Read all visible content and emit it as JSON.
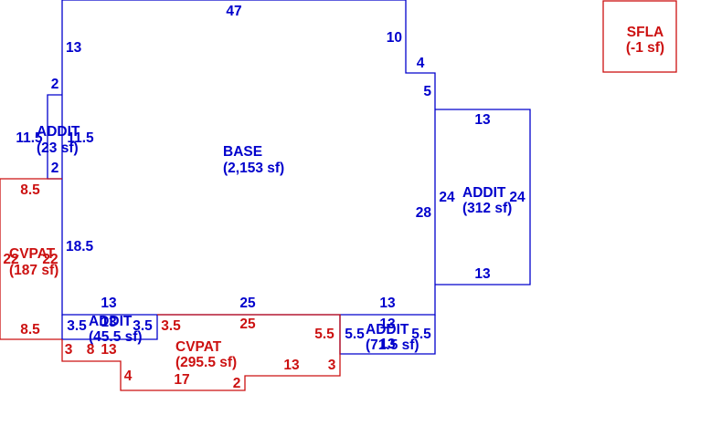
{
  "colors": {
    "blue": "#0000cc",
    "red": "#cc1111"
  },
  "legend": {
    "title": "SFLA",
    "area": "(-1 sf)"
  },
  "base": {
    "name": "BASE",
    "area": "(2,153 sf)",
    "dims": [
      "47",
      "13",
      "10",
      "4",
      "5",
      "28",
      "18.5",
      "13",
      "25",
      "13",
      "2",
      "2"
    ]
  },
  "addit_right": {
    "name": "ADDIT",
    "area": "(312 sf)",
    "dims": [
      "13",
      "24",
      "24",
      "13"
    ]
  },
  "addit_left": {
    "name": "ADDIT",
    "area": "(23 sf)",
    "dims": [
      "11.5",
      "11.5"
    ]
  },
  "addit_bottom_left": {
    "name": "ADDIT",
    "area": "(45.5 sf)",
    "dims": [
      "3.5",
      "13",
      "3.5"
    ]
  },
  "addit_bottom_right": {
    "name": "ADDIT",
    "area": "(71.5 sf)",
    "dims": [
      "5.5",
      "13",
      "13",
      "5.5"
    ]
  },
  "cvpat_left": {
    "name": "CVPAT",
    "area": "(187 sf)",
    "dims": [
      "8.5",
      "22",
      "22",
      "8.5"
    ]
  },
  "cvpat_bottom": {
    "name": "CVPAT",
    "area": "(295.5 sf)",
    "dims": [
      "3.5",
      "25",
      "5.5",
      "3",
      "8",
      "13",
      "4",
      "17",
      "2",
      "13",
      "3"
    ]
  }
}
